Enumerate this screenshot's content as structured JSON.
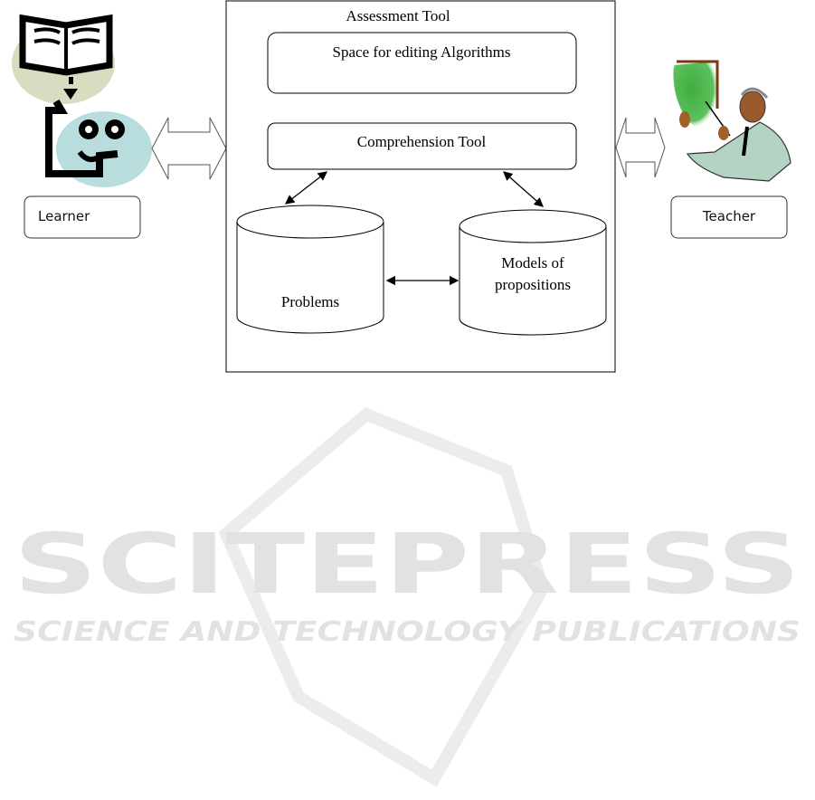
{
  "diagram": {
    "container_title": "Assessment Tool",
    "editing_space": "Space for editing Algorithms",
    "comprehension_tool": "Comprehension Tool",
    "problems_db": "Problems",
    "models_db_line1": "Models of",
    "models_db_line2": "propositions",
    "learner_label": "Learner",
    "teacher_label": "Teacher"
  },
  "watermark": {
    "title": "SCITEPRESS",
    "subtitle": "SCIENCE AND TECHNOLOGY PUBLICATIONS"
  },
  "colors": {
    "book_circle": "#d9dcc0",
    "face_circle": "#b9dcdc",
    "board_green": "#4cb04c",
    "coat": "#b3d3c3",
    "watermark": "#e2e2e2"
  }
}
